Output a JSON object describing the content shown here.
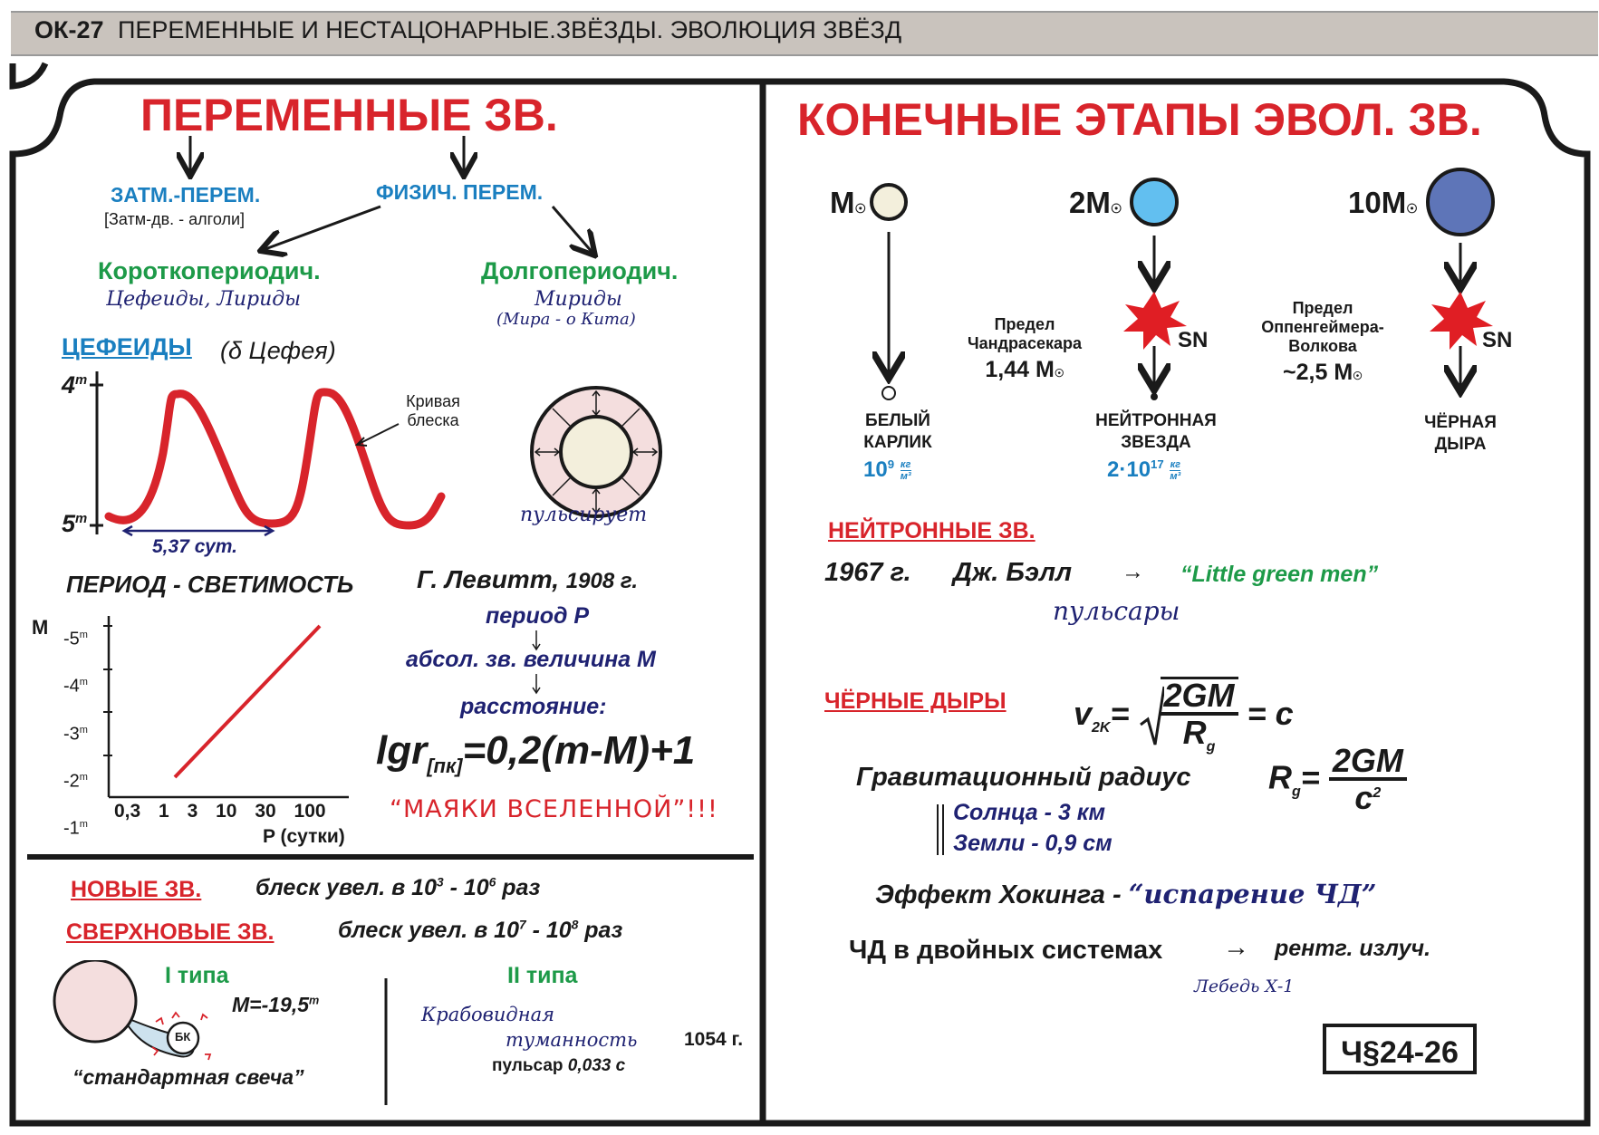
{
  "header": {
    "code": "ОК-27",
    "title": "ПЕРЕМЕННЫЕ И НЕСТАЦОНАРНЫЕ.ЗВЁЗДЫ. ЭВОЛЮЦИЯ ЗВЁЗД"
  },
  "left": {
    "heading": "ПЕРЕМЕННЫЕ ЗВ.",
    "eclipsing": {
      "title": "ЗАТМ.-ПЕРЕМ.",
      "note": "[Затм-дв. - алголи]"
    },
    "physical": {
      "title": "ФИЗИЧ. ПЕРЕМ."
    },
    "short_period": {
      "title": "Короткопериодич.",
      "examples": "Цефеиды, Лириды"
    },
    "long_period": {
      "title": "Долгопериодич.",
      "examples": "Мириды",
      "note": "(Мира - о Кита)"
    },
    "cepheids": {
      "title": "ЦЕФЕИДЫ",
      "subtitle": "(δ Цефея)",
      "mag_top": "4",
      "mag_bottom": "5",
      "mag_unit": "m",
      "curve_label": "Кривая блеска",
      "period_label": "5,37 сут.",
      "pulsation_label": "пульсирует"
    },
    "period_luminosity": {
      "title": "ПЕРИОД - СВЕТИМОСТЬ",
      "discoverer": "Г. Левитт,",
      "year": "1908 г.",
      "chain": [
        "период P",
        "абсол. зв. величина M",
        "расстояние:"
      ],
      "formula_lhs": "lgr",
      "formula_sub": "[пк]",
      "formula_rhs": "=0,2(m-M)+1",
      "slogan": "“МАЯКИ ВСЕЛЕННОЙ”!!!"
    },
    "pl_chart": {
      "y_title": "M",
      "x_title": "P (сутки)",
      "y_ticks": [
        "-5",
        "-4",
        "-3",
        "-2",
        "-1"
      ],
      "x_ticks": [
        "0,3",
        "1",
        "3",
        "10",
        "30",
        "100"
      ],
      "unit": "m"
    },
    "novae": {
      "title": "НОВЫЕ ЗВ.",
      "text_pre": "блеск увел. в 10",
      "exp1": "3",
      "text_mid": " - 10",
      "exp2": "6",
      "text_post": " раз"
    },
    "supernovae": {
      "title": "СВЕРХНОВЫЕ ЗВ.",
      "text_pre": "блеск увел. в 10",
      "exp1": "7",
      "text_mid": " - 10",
      "exp2": "8",
      "text_post": " раз"
    },
    "type1": {
      "title": "I типа",
      "mag": "M=-19,5",
      "unit": "m",
      "wd_label": "БК",
      "caption": "“стандартная свеча”"
    },
    "type2": {
      "title": "II типа",
      "nebula_1": "Крабовидная",
      "nebula_2": "туманность",
      "year": "1054 г.",
      "pulsar": "пульсар",
      "pulsar_period": "0,033 с"
    }
  },
  "right": {
    "heading": "КОНЕЧНЫЕ ЭТАПЫ ЭВОЛ. ЗВ.",
    "stars": [
      {
        "mass": "M",
        "color": "#f3efdc",
        "result_1": "БЕЛЫЙ",
        "result_2": "КАРЛИК",
        "density": "10",
        "density_exp": "9",
        "density_unit_num": "кг",
        "density_unit_den": "м³"
      },
      {
        "mass": "2M",
        "color": "#62bff0",
        "limit_1": "Предел",
        "limit_2": "Чандрасекара",
        "limit_value": "1,44 M",
        "sn": "SN",
        "result_1": "НЕЙТРОННАЯ",
        "result_2": "ЗВЕЗДА",
        "density": "2·10",
        "density_exp": "17",
        "density_unit_num": "кг",
        "density_unit_den": "м³"
      },
      {
        "mass": "10M",
        "color": "#5e75b8",
        "limit_1": "Предел",
        "limit_2": "Оппенгеймера-",
        "limit_3": "Волкова",
        "limit_value": "~2,5 M",
        "sn": "SN",
        "result_1": "ЧЁРНАЯ",
        "result_2": "ДЫРА"
      }
    ],
    "neutron": {
      "title": "НЕЙТРОННЫЕ ЗВ.",
      "year": "1967 г.",
      "person": "Дж. Бэлл",
      "quote": "“Little green men”",
      "pulsars": "пульсары"
    },
    "black_holes": {
      "title": "ЧЁРНЫЕ ДЫРЫ",
      "v": "v",
      "v_sub": "2K",
      "frac_num": "2GM",
      "frac_den": "R",
      "frac_den_sub": "g",
      "eq_c": "= c",
      "grav_radius": "Гравитационный радиус",
      "rg": "R",
      "rg_sub": "g",
      "rg_num": "2GM",
      "rg_den": "c",
      "rg_den_exp": "2",
      "sun": "Солнца - 3 км",
      "earth": "Земли - 0,9 см",
      "hawking_pre": "Эффект Хокинга -",
      "hawking_quote": "“испарение ЧД”",
      "binary": "ЧД в двойных системах",
      "xray": "рентг. излуч.",
      "cygnus": "Лебедь Х-1"
    },
    "reference": "Ч§24-26"
  },
  "colors": {
    "accent_red": "#d8242b",
    "blue": "#1a7fc0",
    "green": "#1d9a48",
    "navy": "#1f2272",
    "sn_red": "#e01e24"
  }
}
